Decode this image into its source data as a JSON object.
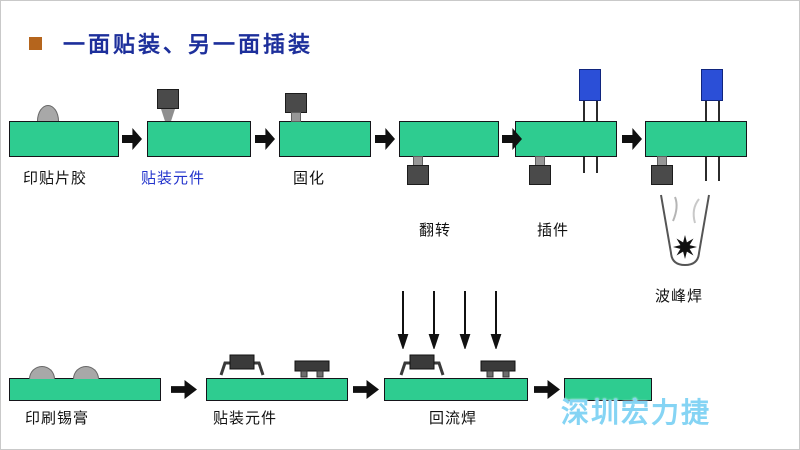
{
  "title": {
    "text": "一面贴装、另一面插装"
  },
  "watermark": {
    "text": "深圳宏力捷"
  },
  "colors": {
    "board_green": "#2ecc90",
    "title_blue": "#1d2f9b",
    "highlight_label_blue": "#2233cc",
    "capacitor_blue": "#2b4fd7",
    "watermark_blue": "#85d4f4",
    "arrow_black": "#101010",
    "bullet_orange": "#b5651d"
  },
  "top_row": {
    "steps": [
      {
        "label": "印贴片胶"
      },
      {
        "label": "贴装元件"
      },
      {
        "label": "固化"
      },
      {
        "label": "翻转"
      },
      {
        "label": "插件"
      },
      {
        "label": "波峰焊"
      }
    ]
  },
  "bottom_row": {
    "steps": [
      {
        "label": "印刷锡膏"
      },
      {
        "label": "贴装元件"
      },
      {
        "label": "回流焊"
      }
    ]
  }
}
